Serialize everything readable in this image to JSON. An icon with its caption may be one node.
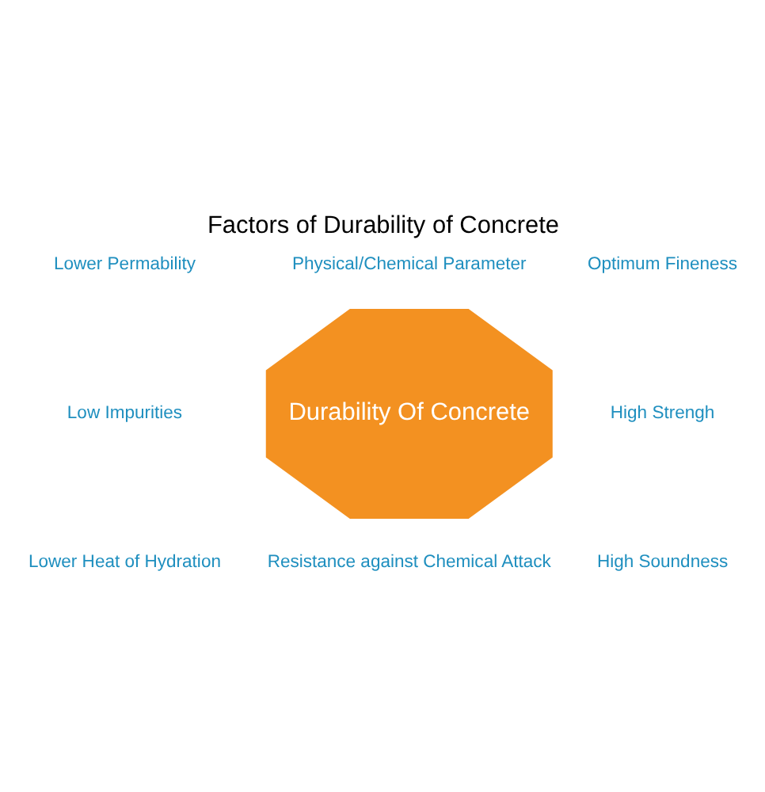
{
  "diagram": {
    "title": "Factors of Durability of Concrete",
    "nodes": [
      {
        "text": [
          "Durability Of Concrete"
        ]
      }
    ],
    "labels": [
      "Physical/Chemical Parameter",
      "Lower Permability",
      "Optimum Fineness",
      "Low Impurities",
      "High Strengh",
      "Lower Heat of Hydration",
      "High Soundness",
      "Resistance against Chemical Attack"
    ]
  }
}
